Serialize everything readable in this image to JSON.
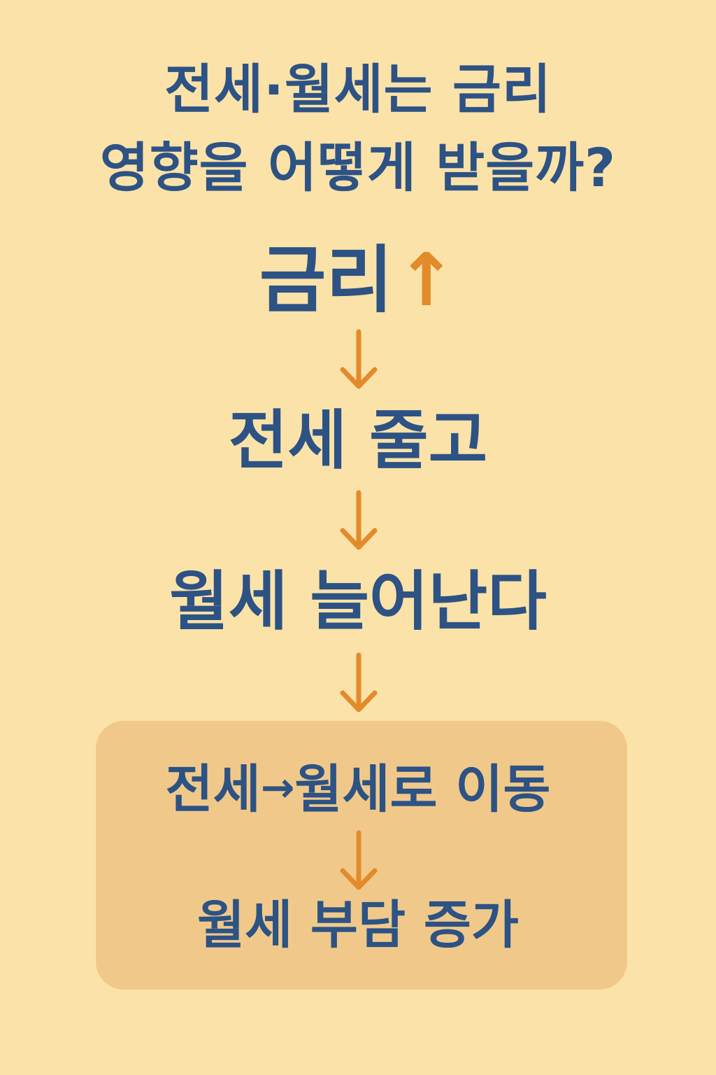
{
  "title": {
    "line1": "전세·월세는 금리",
    "line2": "영향을 어떻게 받을까?"
  },
  "flow": {
    "rate_label": "금리",
    "rate_arrow": "↑",
    "step_jeonse": "전세 줄고",
    "step_wolse": "월세 늘어난다"
  },
  "result": {
    "shift_from": "전세",
    "shift_arrow": "→",
    "shift_to": "월세로 이동",
    "burden": "월세 부담 증가"
  },
  "colors": {
    "background": "#fbe2a8",
    "text": "#2d5284",
    "arrow": "#e38a2a",
    "box": "#f0c98a"
  },
  "icons": {
    "down_arrow": "down-arrow-icon",
    "up_arrow": "up-arrow-icon"
  }
}
